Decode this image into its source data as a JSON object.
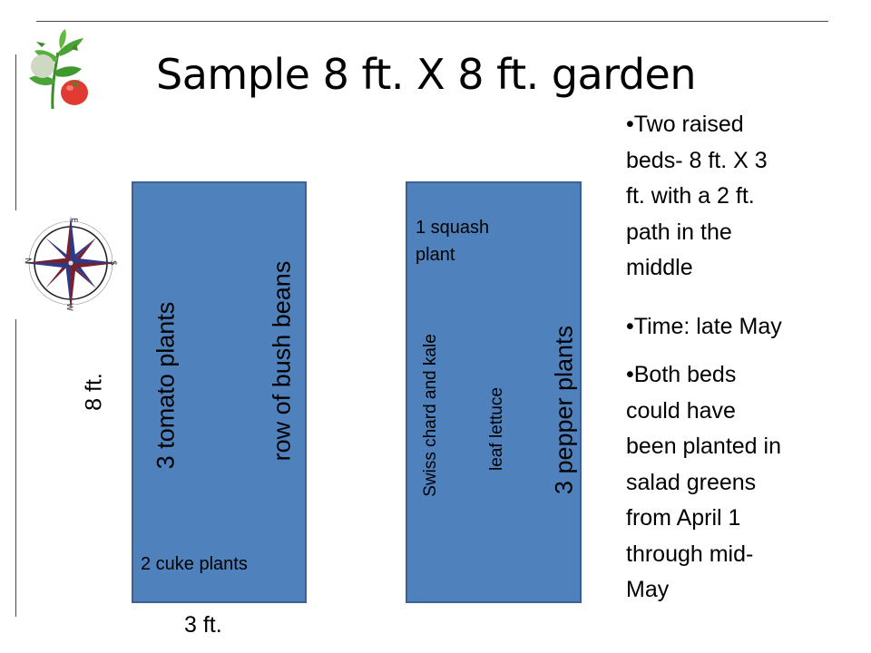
{
  "title": "Sample 8 ft. X 8 ft. garden",
  "dimensions": {
    "height_label": "8 ft.",
    "width_label": "3 ft."
  },
  "bed1": {
    "label_tomato": "3   tomato    plants",
    "label_beans": "row of  bush  beans",
    "label_cuke": "2 cuke plants"
  },
  "bed2": {
    "label_squash_line1": "1 squash",
    "label_squash_line2": "plant",
    "label_chard": "Swiss chard  and  kale",
    "label_lettuce": "leaf  lettuce",
    "label_pepper": "3   pepper    plants"
  },
  "notes": {
    "bullet1_lines": [
      "•Two raised",
      "beds- 8 ft. X 3",
      "ft. with a 2 ft.",
      "path in the",
      "middle"
    ],
    "bullet2": "•Time: late May",
    "bullet3_lines": [
      "•Both beds",
      "could have",
      "been planted in",
      "salad greens",
      "from April 1",
      "through mid-",
      "May"
    ]
  },
  "compass": {
    "letters": {
      "north": "N",
      "south": "S",
      "east": "E",
      "west": "W"
    }
  },
  "icons": {
    "logo": "tomato-plant-icon",
    "compass": "compass-rose-icon"
  },
  "colors": {
    "bed_fill": "#4f81bd",
    "bed_border": "#3a6394",
    "rule": "#4a4a4a"
  }
}
